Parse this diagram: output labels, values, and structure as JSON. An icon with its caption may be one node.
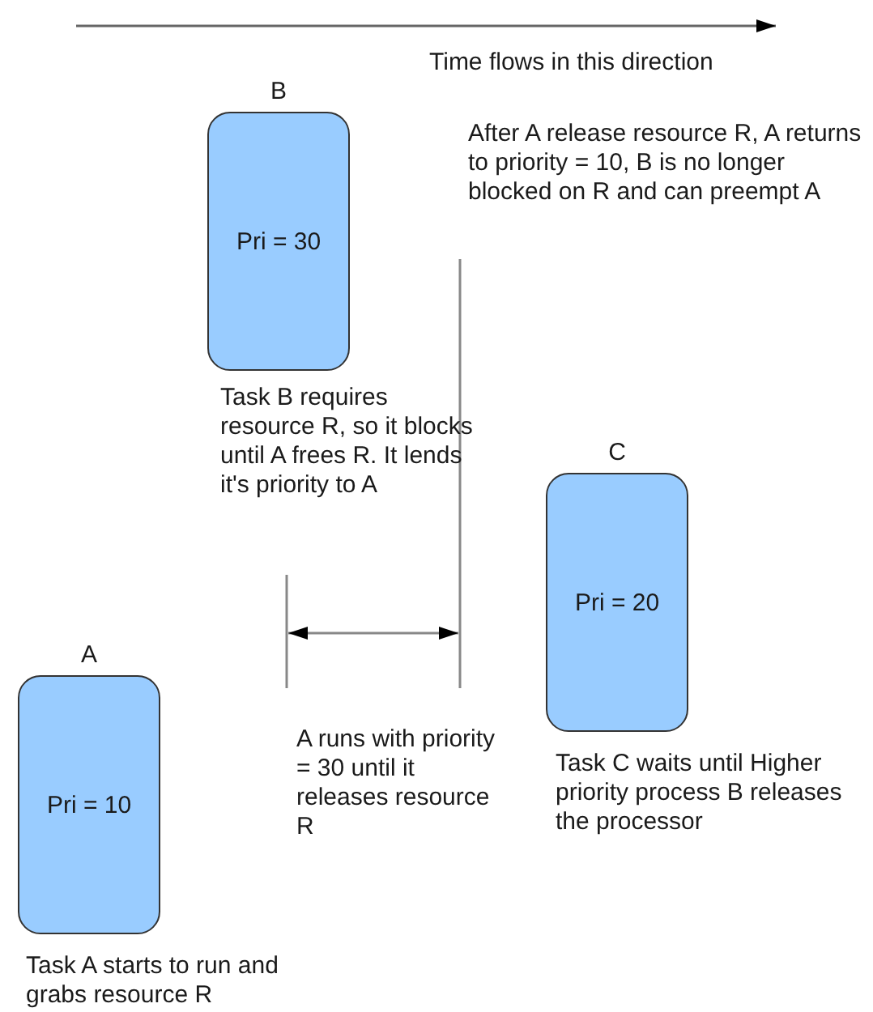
{
  "diagram": {
    "nodes": [
      {
        "text": [
          "B",
          "Pri = 30"
        ],
        "beside": [
          "Task B requires resource R, so it blocks until A frees R. It lends it's priority to A"
        ]
      },
      {
        "text": [
          "C",
          "Pri = 20"
        ],
        "beside": [
          "Task C waits until Higher priority process B releases the processor"
        ]
      },
      {
        "text": [
          "A",
          "Pri = 10"
        ],
        "beside": [
          "Task A starts to run and grabs resource R"
        ]
      }
    ],
    "edges": [],
    "labels": [
      "Time flows in this direction",
      "After A release resource R, A returns to priority = 10, B is no longer blocked on R and can preempt A",
      "A runs with priority = 30 until it releases resource R"
    ]
  }
}
